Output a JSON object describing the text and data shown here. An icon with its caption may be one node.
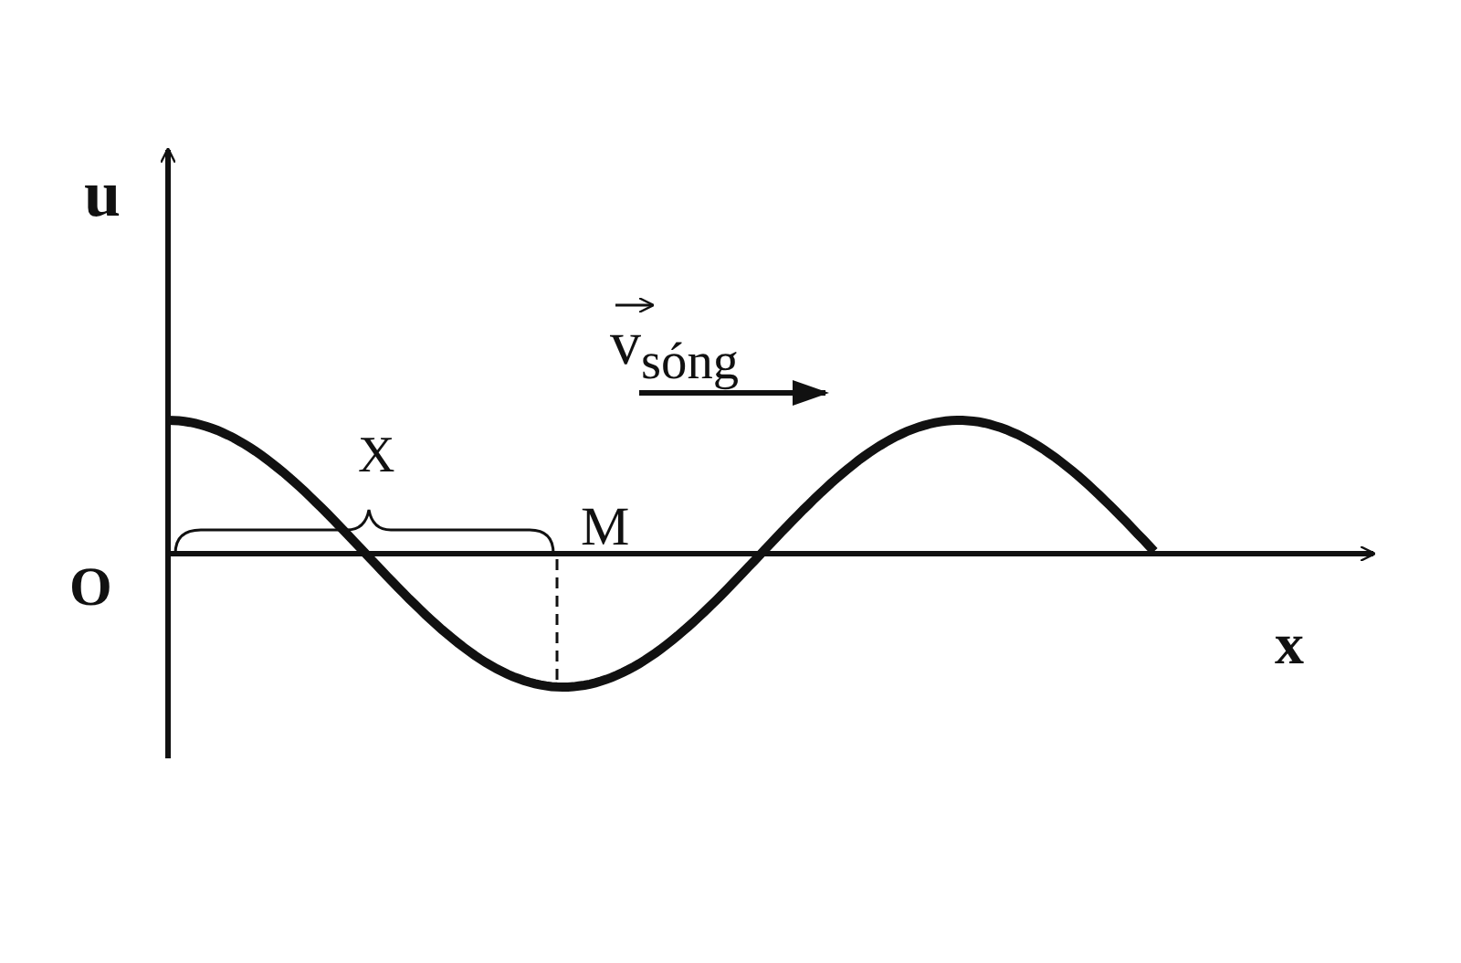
{
  "diagram": {
    "labels": [
      "u",
      "v$_{sóng}$",
      "X",
      "M",
      "O",
      "x"
    ]
  }
}
